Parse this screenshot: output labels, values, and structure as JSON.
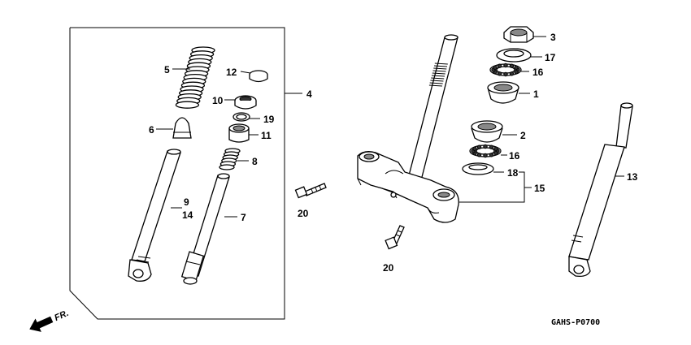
{
  "labels": {
    "l1": "1",
    "l2": "2",
    "l3": "3",
    "l4": "4",
    "l5": "5",
    "l6": "6",
    "l7": "7",
    "l8": "8",
    "l9": "9",
    "l10": "10",
    "l11": "11",
    "l12": "12",
    "l13": "13",
    "l14": "14",
    "l15": "15",
    "l16a": "16",
    "l16b": "16",
    "l17": "17",
    "l18": "18",
    "l19": "19",
    "l20a": "20",
    "l20b": "20"
  },
  "direction": "FR.",
  "diagram_code": "GAHS-P0700"
}
